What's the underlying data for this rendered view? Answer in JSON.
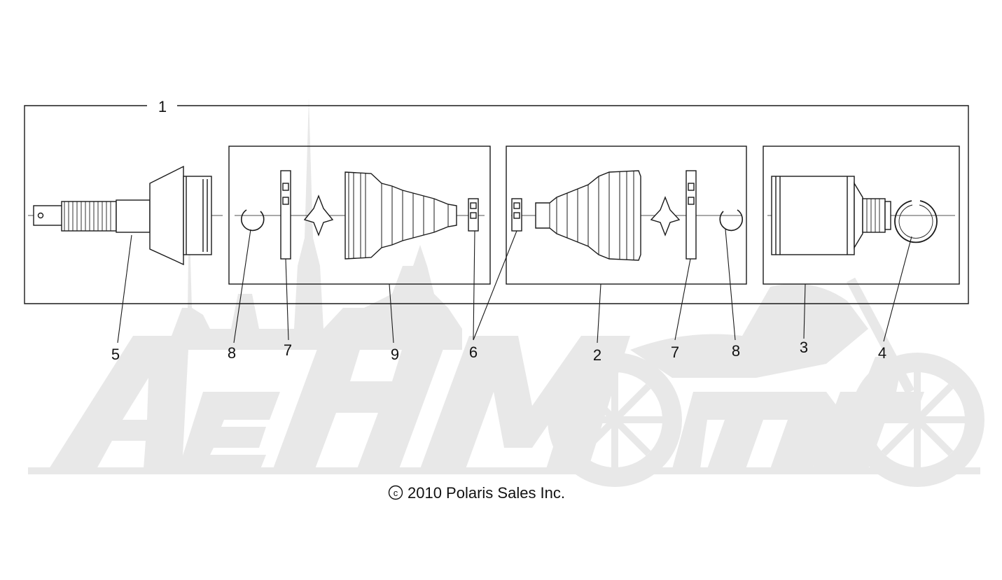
{
  "diagram": {
    "callouts": {
      "assembly": "1",
      "boot_kit_inner": "2",
      "inner_joint": "3",
      "inner_ring": "4",
      "outer_joint": "5",
      "clamp_small": "6",
      "clamp_large_left": "7",
      "clamp_large_right": "7",
      "ring_left": "8",
      "ring_right": "8",
      "boot_kit_outer": "9"
    },
    "watermark_text": "АвтоМото",
    "copyright": "2010 Polaris Sales Inc.",
    "copyright_symbol": "c"
  },
  "colors": {
    "line": "#1a1a1a",
    "watermark": "#e6e6e6"
  }
}
